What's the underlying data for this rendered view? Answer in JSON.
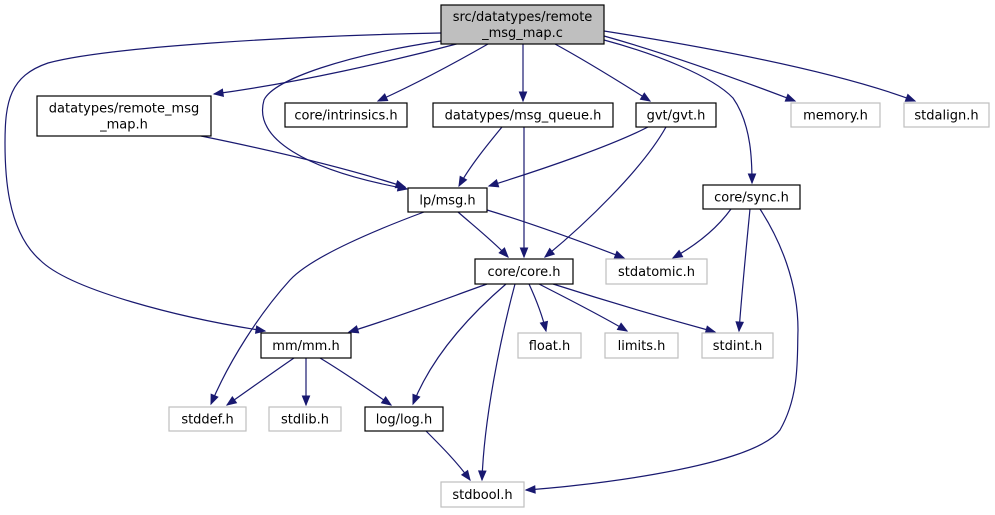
{
  "colors": {
    "edge": "#191970",
    "root_fill": "#bfbfbf",
    "border": "#000000",
    "external_border": "#bfbfbf"
  },
  "nodes": {
    "root": {
      "lines": [
        "src/datatypes/remote",
        "_msg_map.c"
      ],
      "kind": "root"
    },
    "remote_msg_map_h": {
      "lines": [
        "datatypes/remote_msg",
        "_map.h"
      ],
      "kind": "internal"
    },
    "intrinsics": {
      "lines": [
        "core/intrinsics.h"
      ],
      "kind": "internal"
    },
    "msg_queue": {
      "lines": [
        "datatypes/msg_queue.h"
      ],
      "kind": "internal"
    },
    "gvt": {
      "lines": [
        "gvt/gvt.h"
      ],
      "kind": "internal"
    },
    "memory": {
      "lines": [
        "memory.h"
      ],
      "kind": "external"
    },
    "stdalign": {
      "lines": [
        "stdalign.h"
      ],
      "kind": "external"
    },
    "lp_msg": {
      "lines": [
        "lp/msg.h"
      ],
      "kind": "internal"
    },
    "sync": {
      "lines": [
        "core/sync.h"
      ],
      "kind": "internal"
    },
    "core": {
      "lines": [
        "core/core.h"
      ],
      "kind": "internal"
    },
    "stdatomic": {
      "lines": [
        "stdatomic.h"
      ],
      "kind": "external"
    },
    "mm": {
      "lines": [
        "mm/mm.h"
      ],
      "kind": "internal"
    },
    "float": {
      "lines": [
        "float.h"
      ],
      "kind": "external"
    },
    "limits": {
      "lines": [
        "limits.h"
      ],
      "kind": "external"
    },
    "stdint": {
      "lines": [
        "stdint.h"
      ],
      "kind": "external"
    },
    "stddef": {
      "lines": [
        "stddef.h"
      ],
      "kind": "external"
    },
    "stdlib": {
      "lines": [
        "stdlib.h"
      ],
      "kind": "external"
    },
    "log": {
      "lines": [
        "log/log.h"
      ],
      "kind": "internal"
    },
    "stdbool": {
      "lines": [
        "stdbool.h"
      ],
      "kind": "external"
    }
  },
  "edges": [
    [
      "root",
      "remote_msg_map_h"
    ],
    [
      "root",
      "intrinsics"
    ],
    [
      "root",
      "msg_queue"
    ],
    [
      "root",
      "gvt"
    ],
    [
      "root",
      "memory"
    ],
    [
      "root",
      "stdalign"
    ],
    [
      "root",
      "lp_msg"
    ],
    [
      "root",
      "sync"
    ],
    [
      "root",
      "mm"
    ],
    [
      "remote_msg_map_h",
      "lp_msg"
    ],
    [
      "msg_queue",
      "lp_msg"
    ],
    [
      "msg_queue",
      "core"
    ],
    [
      "gvt",
      "lp_msg"
    ],
    [
      "gvt",
      "core"
    ],
    [
      "lp_msg",
      "core"
    ],
    [
      "lp_msg",
      "stdatomic"
    ],
    [
      "lp_msg",
      "stddef"
    ],
    [
      "sync",
      "stdatomic"
    ],
    [
      "sync",
      "stdint"
    ],
    [
      "sync",
      "stdbool"
    ],
    [
      "core",
      "mm"
    ],
    [
      "core",
      "float"
    ],
    [
      "core",
      "limits"
    ],
    [
      "core",
      "stdint"
    ],
    [
      "core",
      "log"
    ],
    [
      "core",
      "stdbool"
    ],
    [
      "mm",
      "stddef"
    ],
    [
      "mm",
      "stdlib"
    ],
    [
      "mm",
      "log"
    ],
    [
      "log",
      "stdbool"
    ]
  ]
}
